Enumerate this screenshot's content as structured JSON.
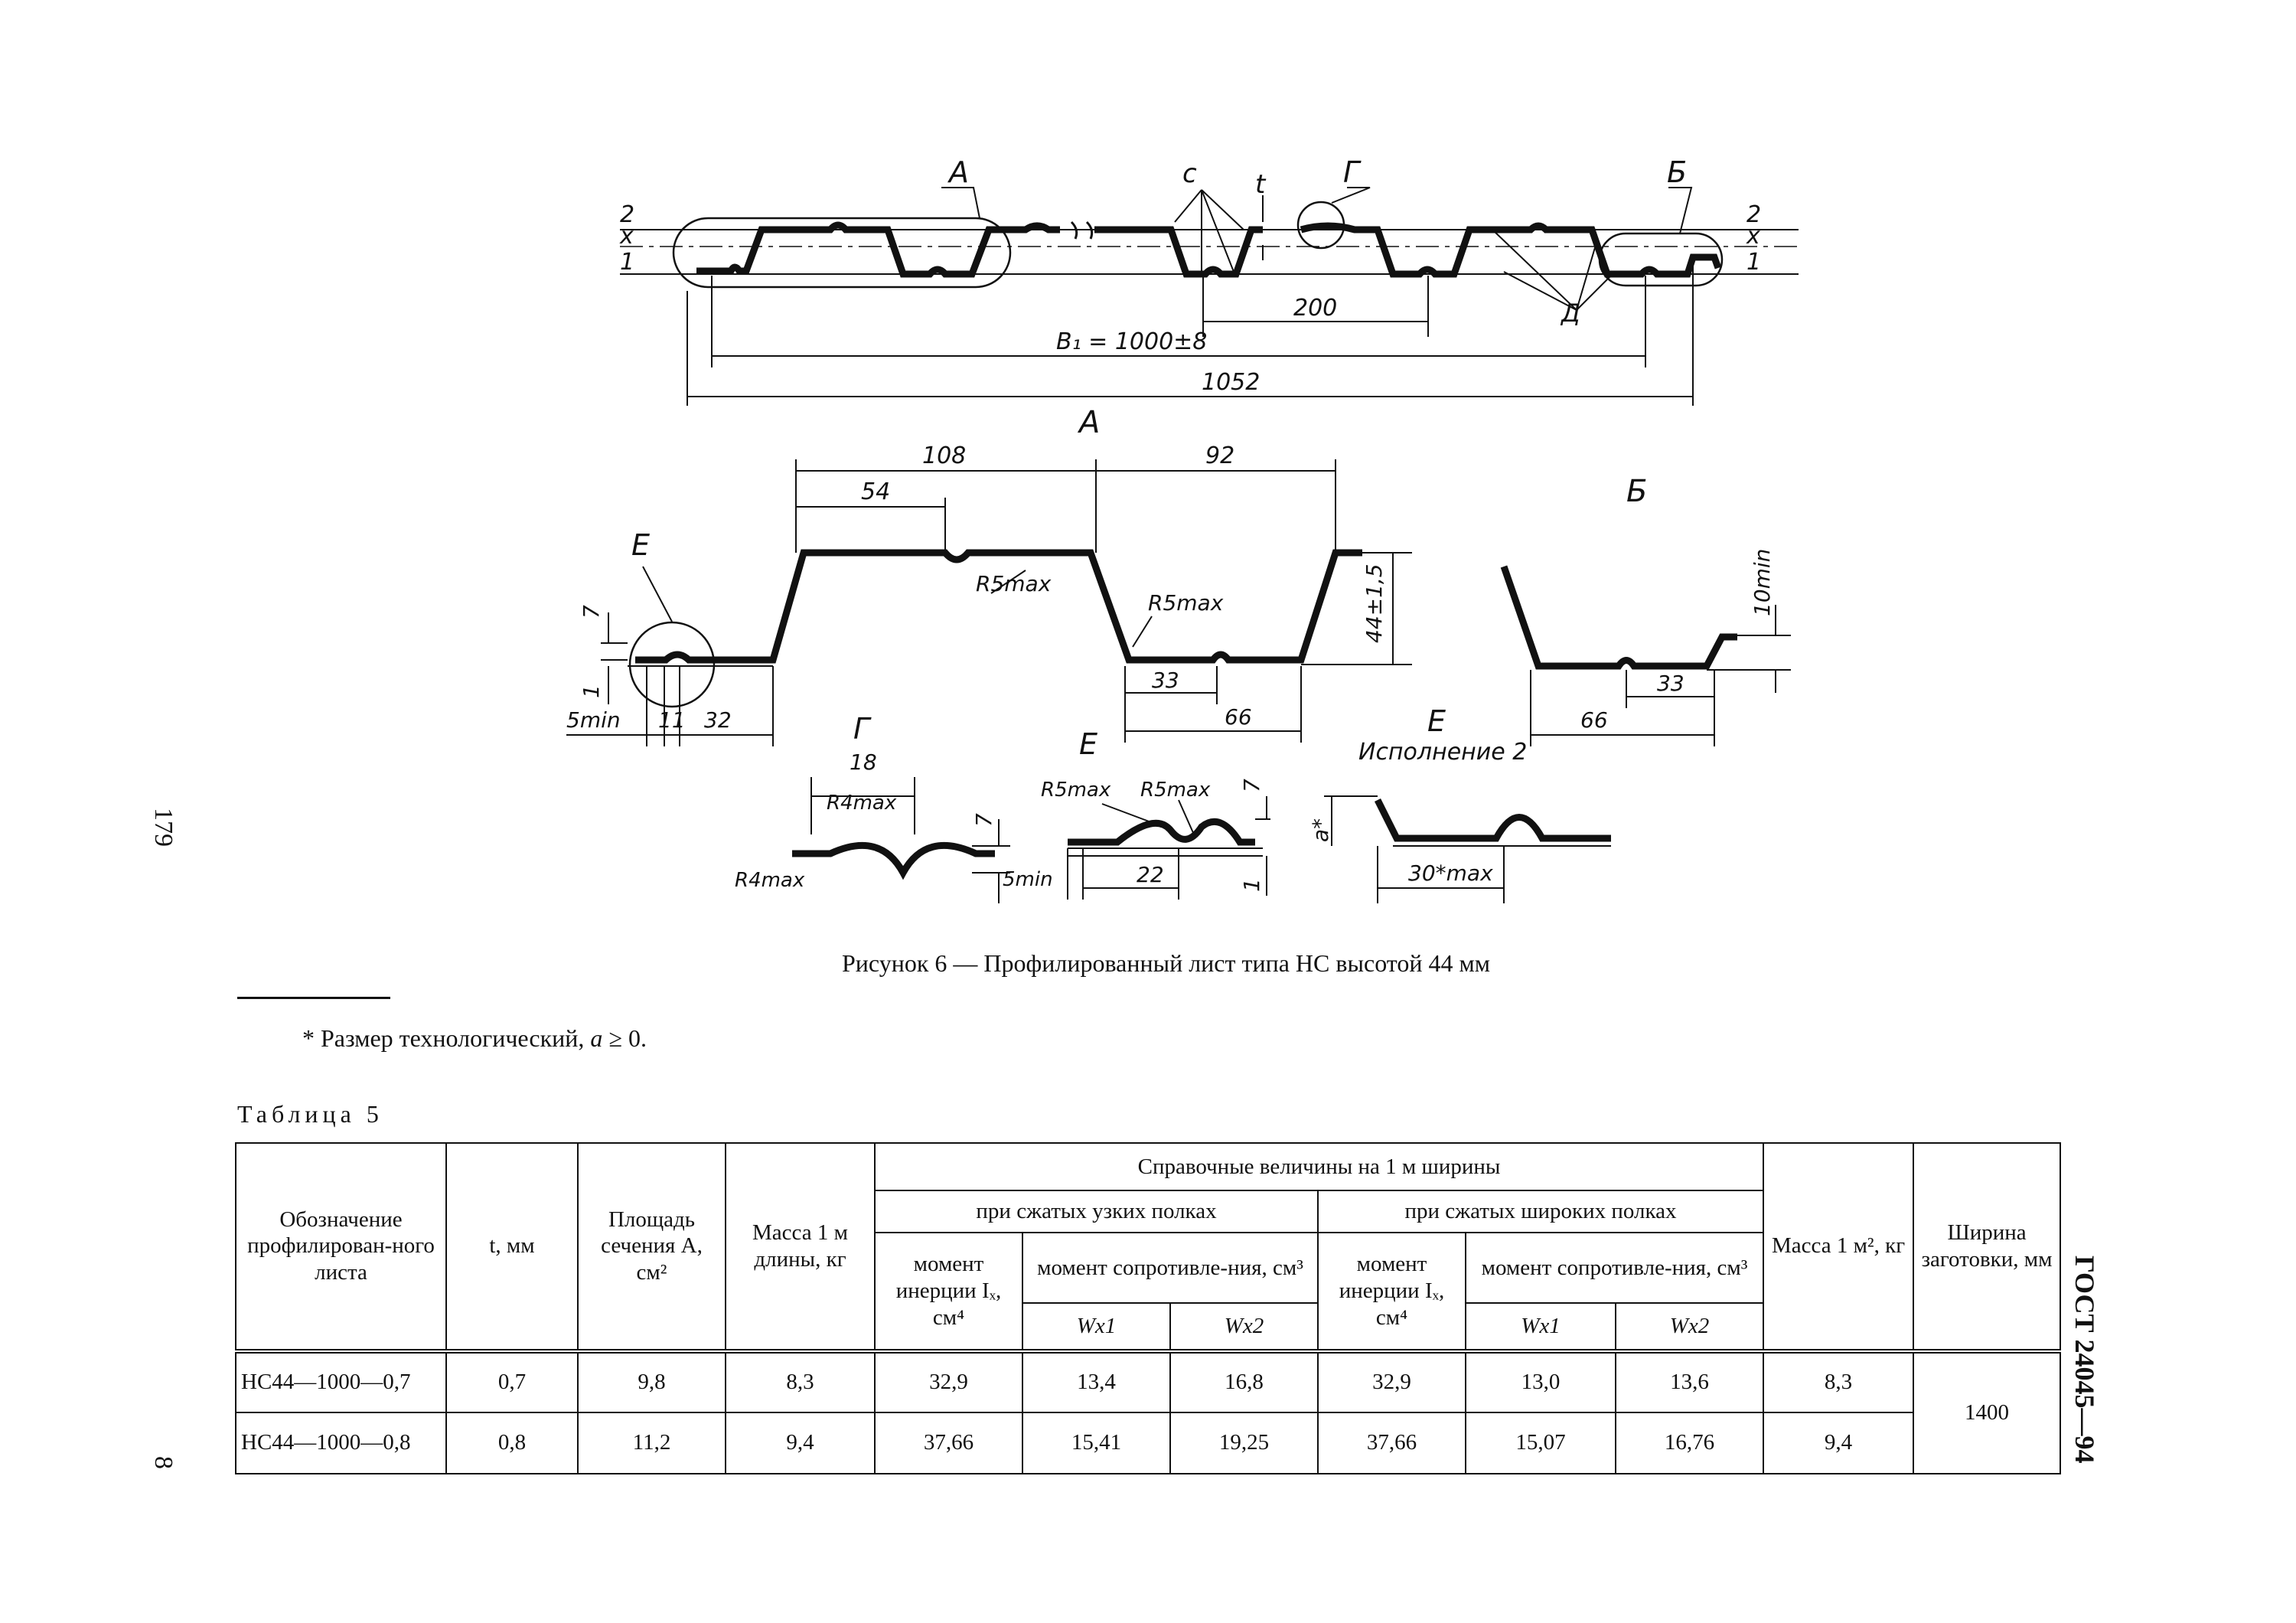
{
  "figure": {
    "caption": "Рисунок 6 — Профилированный лист типа НС высотой 44 мм",
    "labels": {
      "view_A": "А",
      "view_B": "Б",
      "view_G": "Г",
      "view_E": "Е",
      "view_E2": "Е",
      "ispolnenie": "Исполнение 2",
      "c": "с",
      "t": "t",
      "D": "Д",
      "axis_2": "2",
      "axis_x": "x",
      "axis_1": "1",
      "dim_200": "200",
      "dim_B1": "B₁ = 1000±8",
      "dim_1052": "1052",
      "dim_108": "108",
      "dim_92": "92",
      "dim_54": "54",
      "r5max": "R5max",
      "dim_44": "44±1,5",
      "dim_10min": "10min",
      "dim_7": "7",
      "dim_1": "1",
      "dim_5min": "5min",
      "dim_11": "11",
      "dim_32": "32",
      "dim_33": "33",
      "dim_66": "66",
      "dim_18": "18",
      "r4max": "R4max",
      "dim_22": "22",
      "a_star": "a*",
      "dim_30max": "30*max"
    }
  },
  "footnote": {
    "text": "* Размер технологический, ",
    "var": "a",
    "cond": " ≥ 0."
  },
  "table": {
    "title": "Таблица 5",
    "headers": {
      "designation": "Обозначение профилирован-ного листа",
      "t": "t, мм",
      "area": "Площадь сечения A, см²",
      "mass_m": "Масса 1 м длины, кг",
      "ref": "Справочные величины на 1 м ширины",
      "narrow": "при сжатых узких полках",
      "wide": "при сжатых широких полках",
      "inertia": "момент инерции Iₓ, см⁴",
      "resist": "момент сопротивле-ния, см³",
      "wx1": "Wx1",
      "wx2": "Wx2",
      "mass_m2": "Масса 1 м², кг",
      "width": "Ширина заготовки, мм"
    },
    "rows": [
      {
        "name": "НС44—1000—0,7",
        "t": "0,7",
        "area": "9,8",
        "mass_m": "8,3",
        "ix_n": "32,9",
        "wx1_n": "13,4",
        "wx2_n": "16,8",
        "ix_w": "32,9",
        "wx1_w": "13,0",
        "wx2_w": "13,6",
        "mass_m2": "8,3"
      },
      {
        "name": "НС44—1000—0,8",
        "t": "0,8",
        "area": "11,2",
        "mass_m": "9,4",
        "ix_n": "37,66",
        "wx1_n": "15,41",
        "wx2_n": "19,25",
        "ix_w": "37,66",
        "wx1_w": "15,07",
        "wx2_w": "16,76",
        "mass_m2": "9,4"
      }
    ],
    "width_value": "1400"
  },
  "margins": {
    "page_179": "179",
    "page_8": "8",
    "gost": "ГОСТ 24045—94"
  }
}
